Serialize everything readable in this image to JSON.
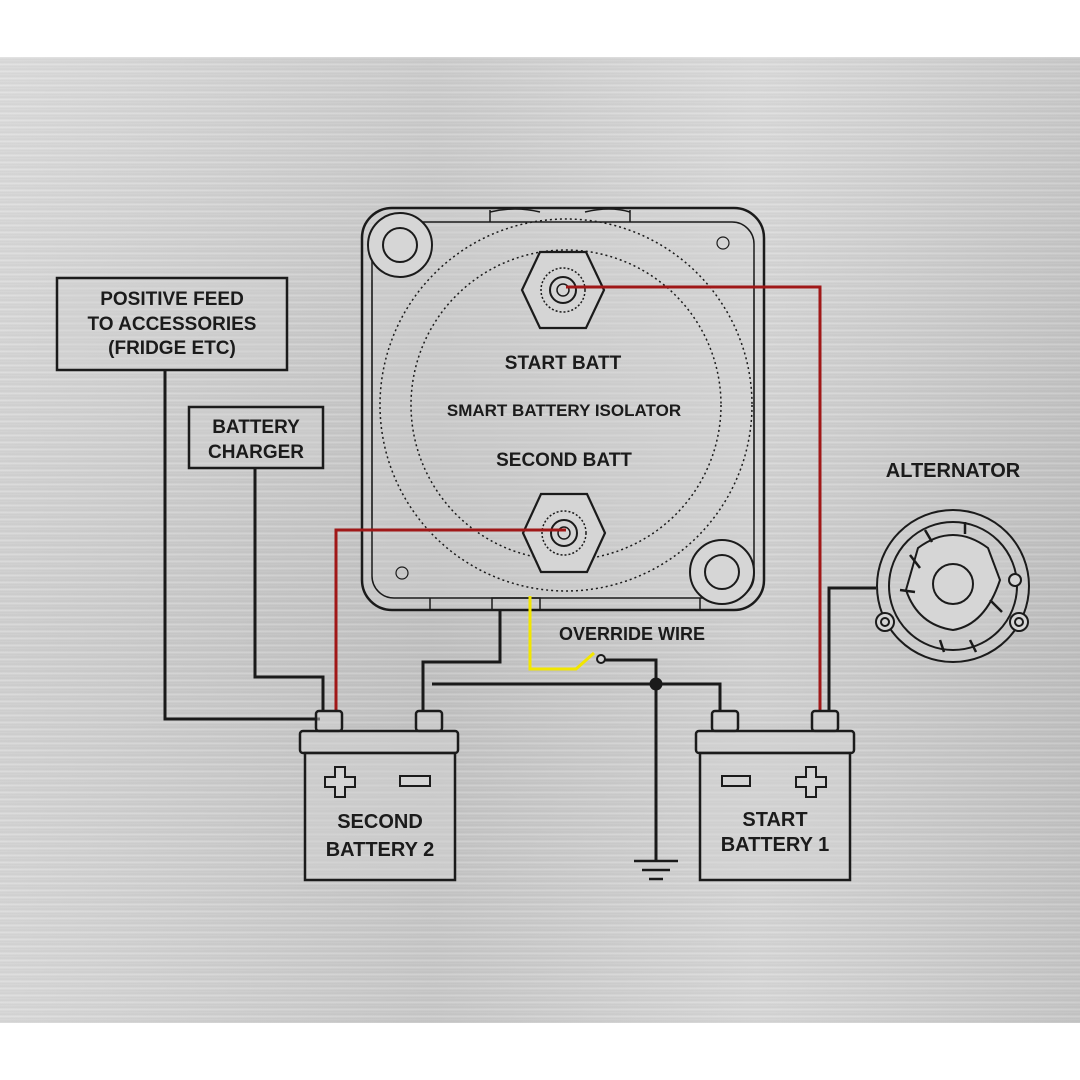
{
  "labels": {
    "positive_feed_line1": "POSITIVE FEED",
    "positive_feed_line2": "TO ACCESSORIES",
    "positive_feed_line3": "(FRIDGE ETC)",
    "battery_charger_line1": "BATTERY",
    "battery_charger_line2": "CHARGER",
    "isolator_start_batt": "START  BATT",
    "isolator_name": "SMART  BATTERY  ISOLATOR",
    "isolator_second_batt": "SECOND BATT",
    "alternator": "ALTERNATOR",
    "override_wire": "OVERRIDE WIRE",
    "second_battery_line1": "SECOND",
    "second_battery_line2": "BATTERY 2",
    "start_battery_line1": "START",
    "start_battery_line2": "BATTERY 1"
  },
  "colors": {
    "positive_wire": "#a01818",
    "override_wire": "#f2e600",
    "negative_wire": "#1a1a1a",
    "outline": "#1b1b1b",
    "background": "#cfcfcf"
  },
  "icons": [
    "ground-icon",
    "plus-icon",
    "minus-icon",
    "alternator-icon",
    "stud-terminal-icon",
    "battery-icon"
  ]
}
